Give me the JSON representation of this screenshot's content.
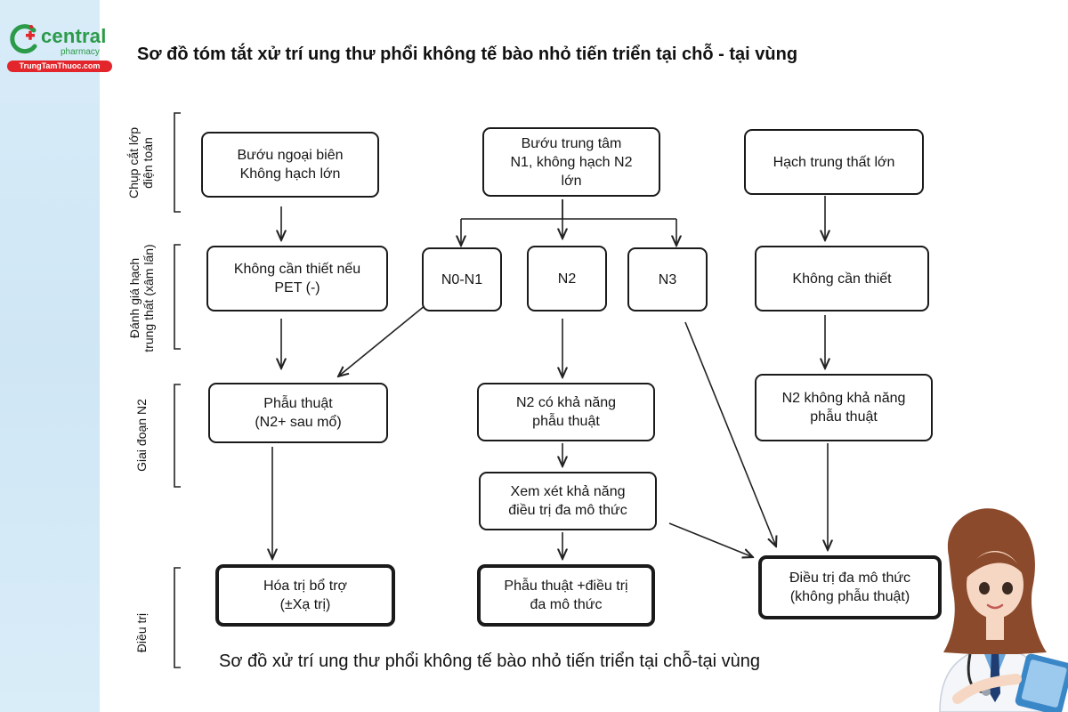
{
  "brand": {
    "name": "central",
    "sub": "pharmacy",
    "site": "TrungTamThuoc.com",
    "green": "#2b9a49",
    "red": "#e2262b"
  },
  "title": "Sơ đồ tóm tắt xử trí ung thư phổi không tế bào nhỏ tiến triển tại chỗ - tại vùng",
  "row_labels": {
    "ct": "Chụp cắt lớp\nđiện toán",
    "staging": "Đánh giá hạch\ntrung thất (xâm lấn)",
    "n2": "Giai đoạn N2",
    "treatment": "Điều trị"
  },
  "boxes": {
    "peripheral": "Bướu ngoại biên\nKhông hạch lớn",
    "central": "Bướu trung tâm\nN1, không hạch N2\nlớn",
    "mediastinal": "Hạch trung thất lớn",
    "no_need_pet": "Không cần thiết nếu\nPET (-)",
    "n0n1": "N0-N1",
    "n2": "N2",
    "n3": "N3",
    "not_needed": "Không cần thiết",
    "surgery": "Phẫu thuật\n(N2+ sau mổ)",
    "n2_resectable": "N2 có khả năng\nphẫu thuật",
    "n2_unresectable": "N2 không khả năng\nphẫu thuật",
    "consider_multi": "Xem xét khả năng\nđiều trị đa mô thức",
    "adjuvant_chemo": "Hóa trị bổ trợ\n(±Xạ trị)",
    "surgery_multi": "Phẫu thuật +điều trị\nđa mô thức",
    "multi_no_surgery": "Điều trị đa mô thức\n(không phẫu thuật)"
  },
  "caption": "Sơ đồ xử trí ung thư phổi không tế bào nhỏ tiến triển tại chỗ-tại vùng"
}
